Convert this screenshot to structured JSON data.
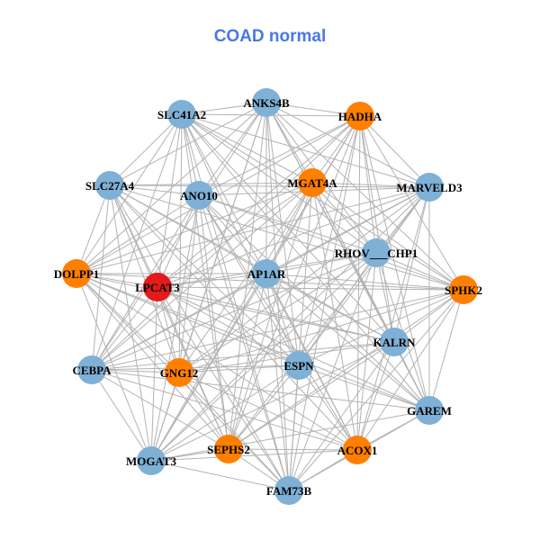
{
  "title": "COAD normal",
  "colors": {
    "title": "#4a77e8",
    "blue": "#7fb0d5",
    "orange": "#ff7f00",
    "red": "#e41a1c",
    "edge": "#b3b3b3"
  },
  "nodes": [
    {
      "name": "ANKS4B",
      "group": "blue"
    },
    {
      "name": "HADHA",
      "group": "orange"
    },
    {
      "name": "SLC41A2",
      "group": "blue"
    },
    {
      "name": "MGAT4A",
      "group": "orange"
    },
    {
      "name": "MARVELD3",
      "group": "blue"
    },
    {
      "name": "SLC27A4",
      "group": "blue"
    },
    {
      "name": "ANO10",
      "group": "blue"
    },
    {
      "name": "RHOV___CHP1",
      "group": "blue"
    },
    {
      "name": "DOLPP1",
      "group": "orange"
    },
    {
      "name": "LPCAT3",
      "group": "red"
    },
    {
      "name": "AP1AR",
      "group": "blue"
    },
    {
      "name": "SPHK2",
      "group": "orange"
    },
    {
      "name": "KALRN",
      "group": "blue"
    },
    {
      "name": "CEBPA",
      "group": "blue"
    },
    {
      "name": "GNG12",
      "group": "orange"
    },
    {
      "name": "ESPN",
      "group": "blue"
    },
    {
      "name": "GAREM",
      "group": "blue"
    },
    {
      "name": "SEPHS2",
      "group": "orange"
    },
    {
      "name": "ACOX1",
      "group": "orange"
    },
    {
      "name": "MOGAT3",
      "group": "blue"
    },
    {
      "name": "FAM73B",
      "group": "blue"
    }
  ]
}
